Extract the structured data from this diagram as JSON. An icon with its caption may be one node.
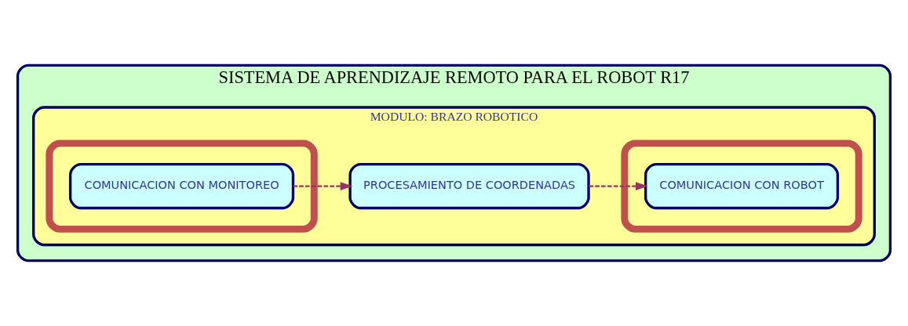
{
  "diagram": {
    "nodes": [
      {
        "text": [
          "SISTEMA DE APRENDIZAJE REMOTO PARA EL ROBOT R17"
        ]
      },
      {
        "text": [
          "MODULO: BRAZO ROBOTICO"
        ],
        "in": 0
      },
      {
        "text": [],
        "shape": "ellipse",
        "in": 1
      },
      {
        "text": [
          "COMUNICACION CON MONITOREO"
        ],
        "in": 2
      },
      {
        "text": [
          "PROCESAMIENTO DE COORDENADAS"
        ],
        "in": 1
      },
      {
        "text": [],
        "shape": "ellipse",
        "in": 1
      },
      {
        "text": [
          "COMUNICACION CON ROBOT"
        ],
        "in": 5
      }
    ],
    "edges": [
      {
        "from": 3,
        "to": 4,
        "arrow": "to",
        "style": "dashed"
      },
      {
        "from": 4,
        "to": 6,
        "arrow": "to",
        "style": "dashed"
      }
    ]
  }
}
